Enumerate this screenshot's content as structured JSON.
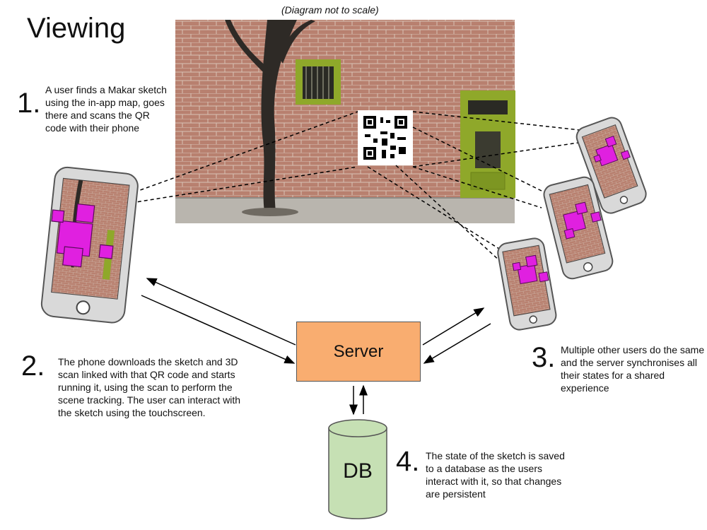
{
  "title": "Viewing",
  "note": "(Diagram not to scale)",
  "steps": [
    {
      "number": "1.",
      "text": "A user finds a Makar sketch using the in-app map, goes there and scans the QR code with their phone"
    },
    {
      "number": "2.",
      "text": "The phone downloads the sketch and 3D scan linked with that QR code and starts running it, using the scan to perform the scene tracking. The user can interact with the sketch using the touchscreen."
    },
    {
      "number": "3.",
      "text": "Multiple other users do the same and the server synchronises all their states for a shared experience"
    },
    {
      "number": "4.",
      "text": "The state of the sketch is saved to a database as the users interact with it, so that changes are persistent"
    }
  ],
  "nodes": {
    "server": "Server",
    "db": "DB"
  },
  "colors": {
    "server_fill": "#f9ad70",
    "db_fill": "#c6e0b4",
    "cube": "#e020e0",
    "phone_body": "#d9d9d9",
    "brick": "#b57a6b",
    "door": "#8fa82a"
  }
}
